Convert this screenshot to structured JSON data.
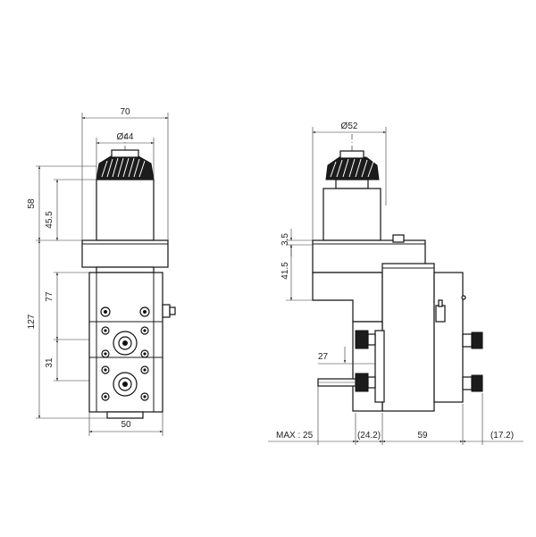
{
  "front_view": {
    "width_overall": "70",
    "diameter_gear": "Ø44",
    "height_upper": "58",
    "height_spindle": "45.5",
    "height_total": "127",
    "height_lower": "77",
    "height_ports": "31",
    "width_base": "50"
  },
  "side_view": {
    "diameter_gear": "Ø52",
    "height_flange": "3.5",
    "height_body": "41.5",
    "offset_tool": "27",
    "max_label": "MAX : 25",
    "dim_left": "(24.2)",
    "dim_mid": "59",
    "dim_right": "(17.2)"
  }
}
